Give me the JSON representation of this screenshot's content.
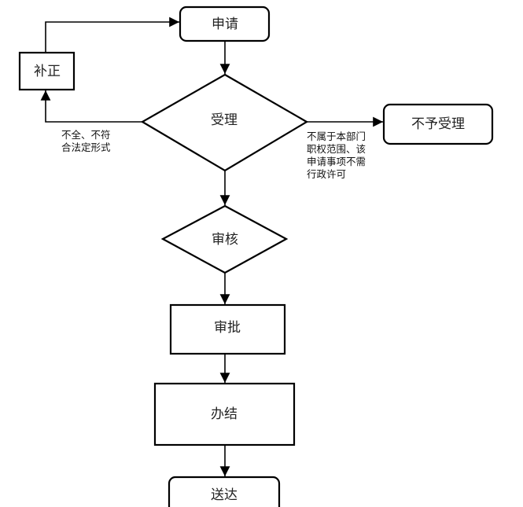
{
  "diagram": {
    "type": "flowchart",
    "nodes": {
      "apply": {
        "label": "申请",
        "shape": "rounded-rect"
      },
      "correct": {
        "label": "补正",
        "shape": "rect"
      },
      "accept": {
        "label": "受理",
        "shape": "diamond"
      },
      "reject": {
        "label": "不予受理",
        "shape": "rounded-rect"
      },
      "review": {
        "label": "审核",
        "shape": "diamond"
      },
      "approve": {
        "label": "审批",
        "shape": "rect"
      },
      "complete": {
        "label": "办结",
        "shape": "rect"
      },
      "deliver": {
        "label": "送达",
        "shape": "rounded-rect"
      }
    },
    "edges": {
      "incomplete_label": [
        "不全、不符",
        "合法定形式"
      ],
      "not_in_scope_label": [
        "不属于本部门",
        "职权范围、该",
        "申请事项不需",
        "行政许可"
      ]
    },
    "colors": {
      "stroke": "#000000",
      "fill": "#ffffff",
      "text": "#222222"
    }
  }
}
